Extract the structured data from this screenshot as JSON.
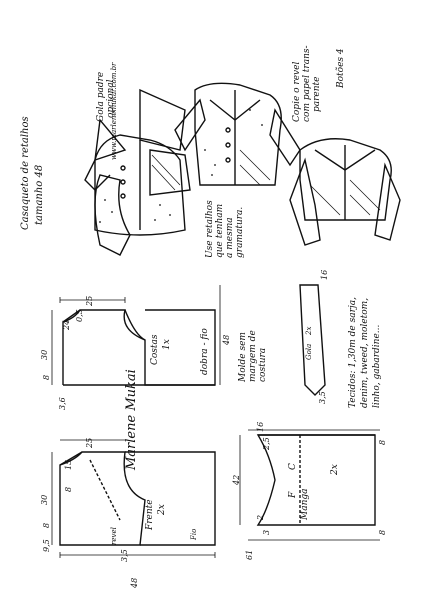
{
  "title": {
    "line1": "Casaqueto de retalhos",
    "line2": "tamanho 48"
  },
  "website": "www.marlenemukai.com.br",
  "notes": {
    "gola_opcional": [
      "Gola padre",
      "opcional"
    ],
    "retalhos": [
      "Use retalhos",
      "que tenham",
      "a mesma",
      "gramatura."
    ],
    "copie": [
      "Copie o revel",
      "com papel trans-",
      "parente"
    ],
    "botoes": "Botões 4",
    "molde": [
      "Molde sem",
      "margem de",
      "costura"
    ],
    "tecidos": [
      "Tecidos: 1,30m de sarja,",
      "denim, tweed, moletom,",
      "linho, gabardine..."
    ]
  },
  "costas": {
    "label": "Costas",
    "qty": "1x",
    "fold": "dobra - fio",
    "dims": {
      "width_top": "25",
      "height": "48",
      "d24": "24",
      "d05": "0,5",
      "d30": "30",
      "d8": "8",
      "d36": "3,6"
    }
  },
  "frente": {
    "label": "Frente",
    "qty": "2x",
    "revel": "revel",
    "fio": "Fio",
    "dims": {
      "width_top": "25",
      "height": "48",
      "d15": "15",
      "d8": "8",
      "d30": "30",
      "d8b": "8",
      "d95": "9,5",
      "d35": "3,5"
    }
  },
  "gola": {
    "label": "Gola",
    "qty": "2x",
    "dims": {
      "d35": "3,5",
      "d16": "16"
    }
  },
  "manga": {
    "label": "Manga",
    "qty": "2x",
    "c": "C",
    "f": "F",
    "dims": {
      "d2": "2",
      "d16": "16",
      "d42": "42",
      "d61": "61",
      "d8a": "8",
      "d8b": "8",
      "d25": "2,5",
      "d3": "3"
    }
  },
  "signature": "Marlene Mukai"
}
